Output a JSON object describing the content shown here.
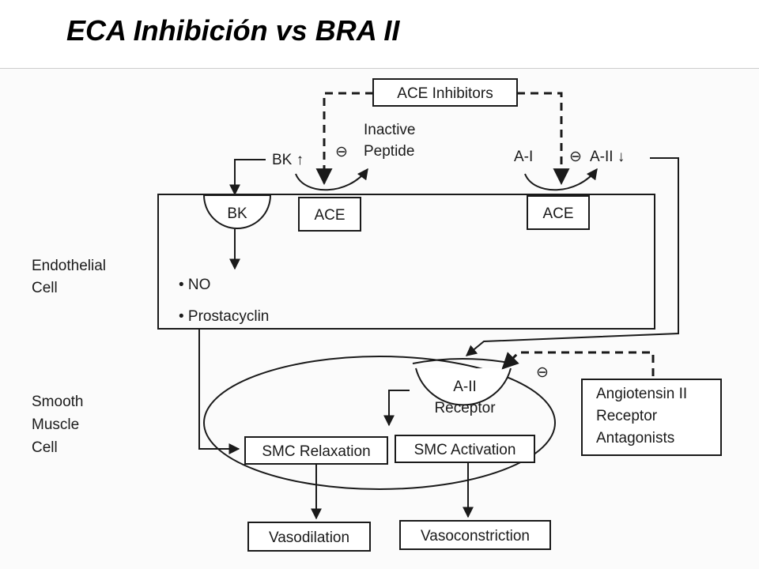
{
  "title": "ECA Inhibición vs BRA II",
  "diagram": {
    "ace_inhibitors": "ACE Inhibitors",
    "inactive": "Inactive",
    "peptide": "Peptide",
    "bk_up": "BK ↑",
    "a1": "A-I",
    "a2_down": "A-II ↓",
    "inhibit_symbol": "⊖",
    "bk_receptor": "BK",
    "ace_left": "ACE",
    "ace_right": "ACE",
    "endothelial_1": "Endothelial",
    "endothelial_2": "Cell",
    "no": "• NO",
    "prostacyclin": "• Prostacyclin",
    "smooth_1": "Smooth",
    "smooth_2": "Muscle",
    "smooth_3": "Cell",
    "a2_receptor_1": "A-II",
    "a2_receptor_2": "Receptor",
    "antagonists_1": "Angiotensin II",
    "antagonists_2": "Receptor",
    "antagonists_3": "Antagonists",
    "smc_relaxation": "SMC Relaxation",
    "smc_activation": "SMC Activation",
    "vasodilation": "Vasodilation",
    "vasoconstriction": "Vasoconstriction"
  }
}
